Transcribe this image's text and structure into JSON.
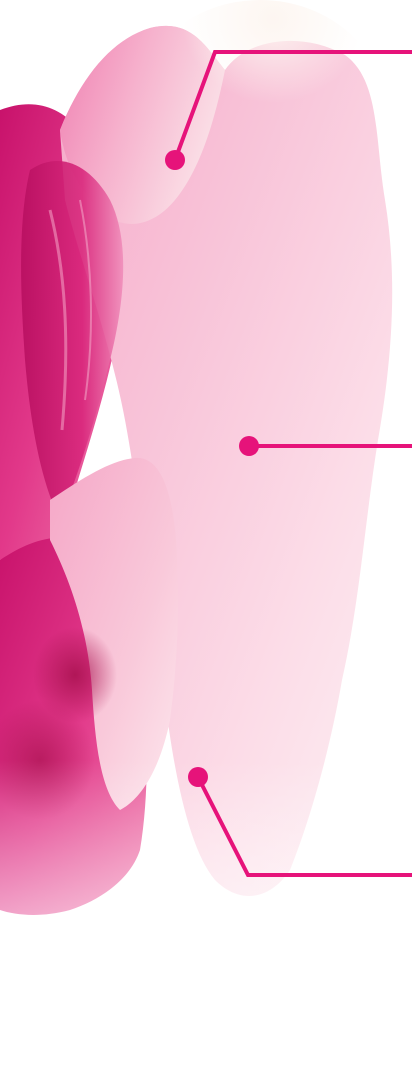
{
  "image": {
    "subject": "flower-petal-illustration"
  },
  "colors": {
    "background": "#ffffff",
    "accent": "#e6137a",
    "petal_deep": "#d81b76",
    "petal_mid": "#ef6fa8",
    "petal_light": "#fbd3e2",
    "petal_cream": "#fbeff2"
  },
  "callouts": [
    {
      "id": "top-callout"
    },
    {
      "id": "middle-callout"
    },
    {
      "id": "bottom-callout"
    }
  ]
}
